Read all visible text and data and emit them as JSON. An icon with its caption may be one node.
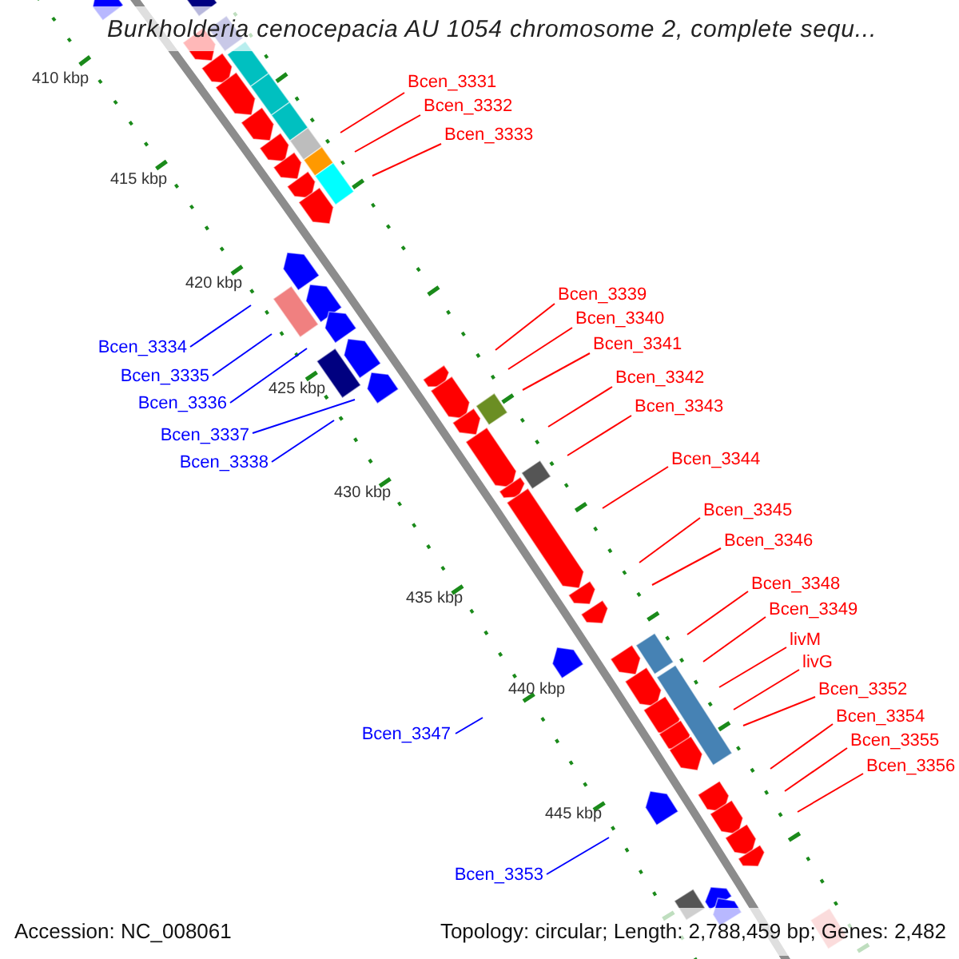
{
  "diagram": {
    "title": "Burkholderia cenocepacia AU 1054 chromosome 2, complete sequ...",
    "nodes": [
      {
        "text": [
          "Bcen_3331"
        ]
      },
      {
        "text": [
          "Bcen_3332"
        ]
      },
      {
        "text": [
          "Bcen_3333"
        ]
      },
      {
        "text": [
          "Bcen_3334"
        ]
      },
      {
        "text": [
          "Bcen_3335"
        ]
      },
      {
        "text": [
          "Bcen_3336"
        ]
      },
      {
        "text": [
          "Bcen_3337"
        ]
      },
      {
        "text": [
          "Bcen_3338"
        ]
      },
      {
        "text": [
          "Bcen_3339"
        ]
      },
      {
        "text": [
          "Bcen_3340"
        ]
      },
      {
        "text": [
          "Bcen_3341"
        ]
      },
      {
        "text": [
          "Bcen_3342"
        ]
      },
      {
        "text": [
          "Bcen_3343"
        ]
      },
      {
        "text": [
          "Bcen_3344"
        ]
      },
      {
        "text": [
          "Bcen_3345"
        ]
      },
      {
        "text": [
          "Bcen_3346"
        ]
      },
      {
        "text": [
          "Bcen_3347"
        ]
      },
      {
        "text": [
          "Bcen_3348"
        ]
      },
      {
        "text": [
          "Bcen_3349"
        ]
      },
      {
        "text": [
          "livM"
        ]
      },
      {
        "text": [
          "livG"
        ]
      },
      {
        "text": [
          "Bcen_3352"
        ]
      },
      {
        "text": [
          "Bcen_3353"
        ]
      },
      {
        "text": [
          "Bcen_3354"
        ]
      },
      {
        "text": [
          "Bcen_3355"
        ]
      },
      {
        "text": [
          "Bcen_3356"
        ]
      }
    ],
    "edges": [
      {
        "from": 0,
        "to": null,
        "arrow": "none"
      },
      {
        "from": 1,
        "to": null,
        "arrow": "none"
      },
      {
        "from": 2,
        "to": null,
        "arrow": "none"
      },
      {
        "from": 3,
        "to": null,
        "arrow": "none",
        "color": "#0000ff"
      },
      {
        "from": 4,
        "to": null,
        "arrow": "none",
        "color": "#0000ff"
      },
      {
        "from": 5,
        "to": null,
        "arrow": "none",
        "color": "#0000ff"
      },
      {
        "from": 6,
        "to": null,
        "arrow": "none",
        "color": "#0000ff"
      },
      {
        "from": 7,
        "to": null,
        "arrow": "none",
        "color": "#0000ff"
      },
      {
        "from": 8,
        "to": null,
        "arrow": "none"
      },
      {
        "from": 9,
        "to": null,
        "arrow": "none"
      },
      {
        "from": 10,
        "to": null,
        "arrow": "none"
      },
      {
        "from": 11,
        "to": null,
        "arrow": "none"
      },
      {
        "from": 12,
        "to": null,
        "arrow": "none"
      },
      {
        "from": 13,
        "to": null,
        "arrow": "none"
      },
      {
        "from": 14,
        "to": null,
        "arrow": "none"
      },
      {
        "from": 15,
        "to": null,
        "arrow": "none"
      },
      {
        "from": 16,
        "to": null,
        "arrow": "none",
        "color": "#0000ff"
      },
      {
        "from": 17,
        "to": null,
        "arrow": "none"
      },
      {
        "from": 18,
        "to": null,
        "arrow": "none"
      },
      {
        "from": 19,
        "to": null,
        "arrow": "none"
      },
      {
        "from": 20,
        "to": null,
        "arrow": "none"
      },
      {
        "from": 21,
        "to": null,
        "arrow": "none"
      },
      {
        "from": 22,
        "to": null,
        "arrow": "none",
        "color": "#0000ff"
      },
      {
        "from": 23,
        "to": null,
        "arrow": "none"
      },
      {
        "from": 24,
        "to": null,
        "arrow": "none"
      },
      {
        "from": 25,
        "to": null,
        "arrow": "none"
      }
    ],
    "labels": [
      "410 kbp",
      "415 kbp",
      "420 kbp",
      "425 kbp",
      "430 kbp",
      "435 kbp",
      "440 kbp",
      "445 kbp",
      "Accession: NC_008061",
      "Topology: circular; Length: 2,788,459 bp; Genes: 2,482"
    ]
  }
}
